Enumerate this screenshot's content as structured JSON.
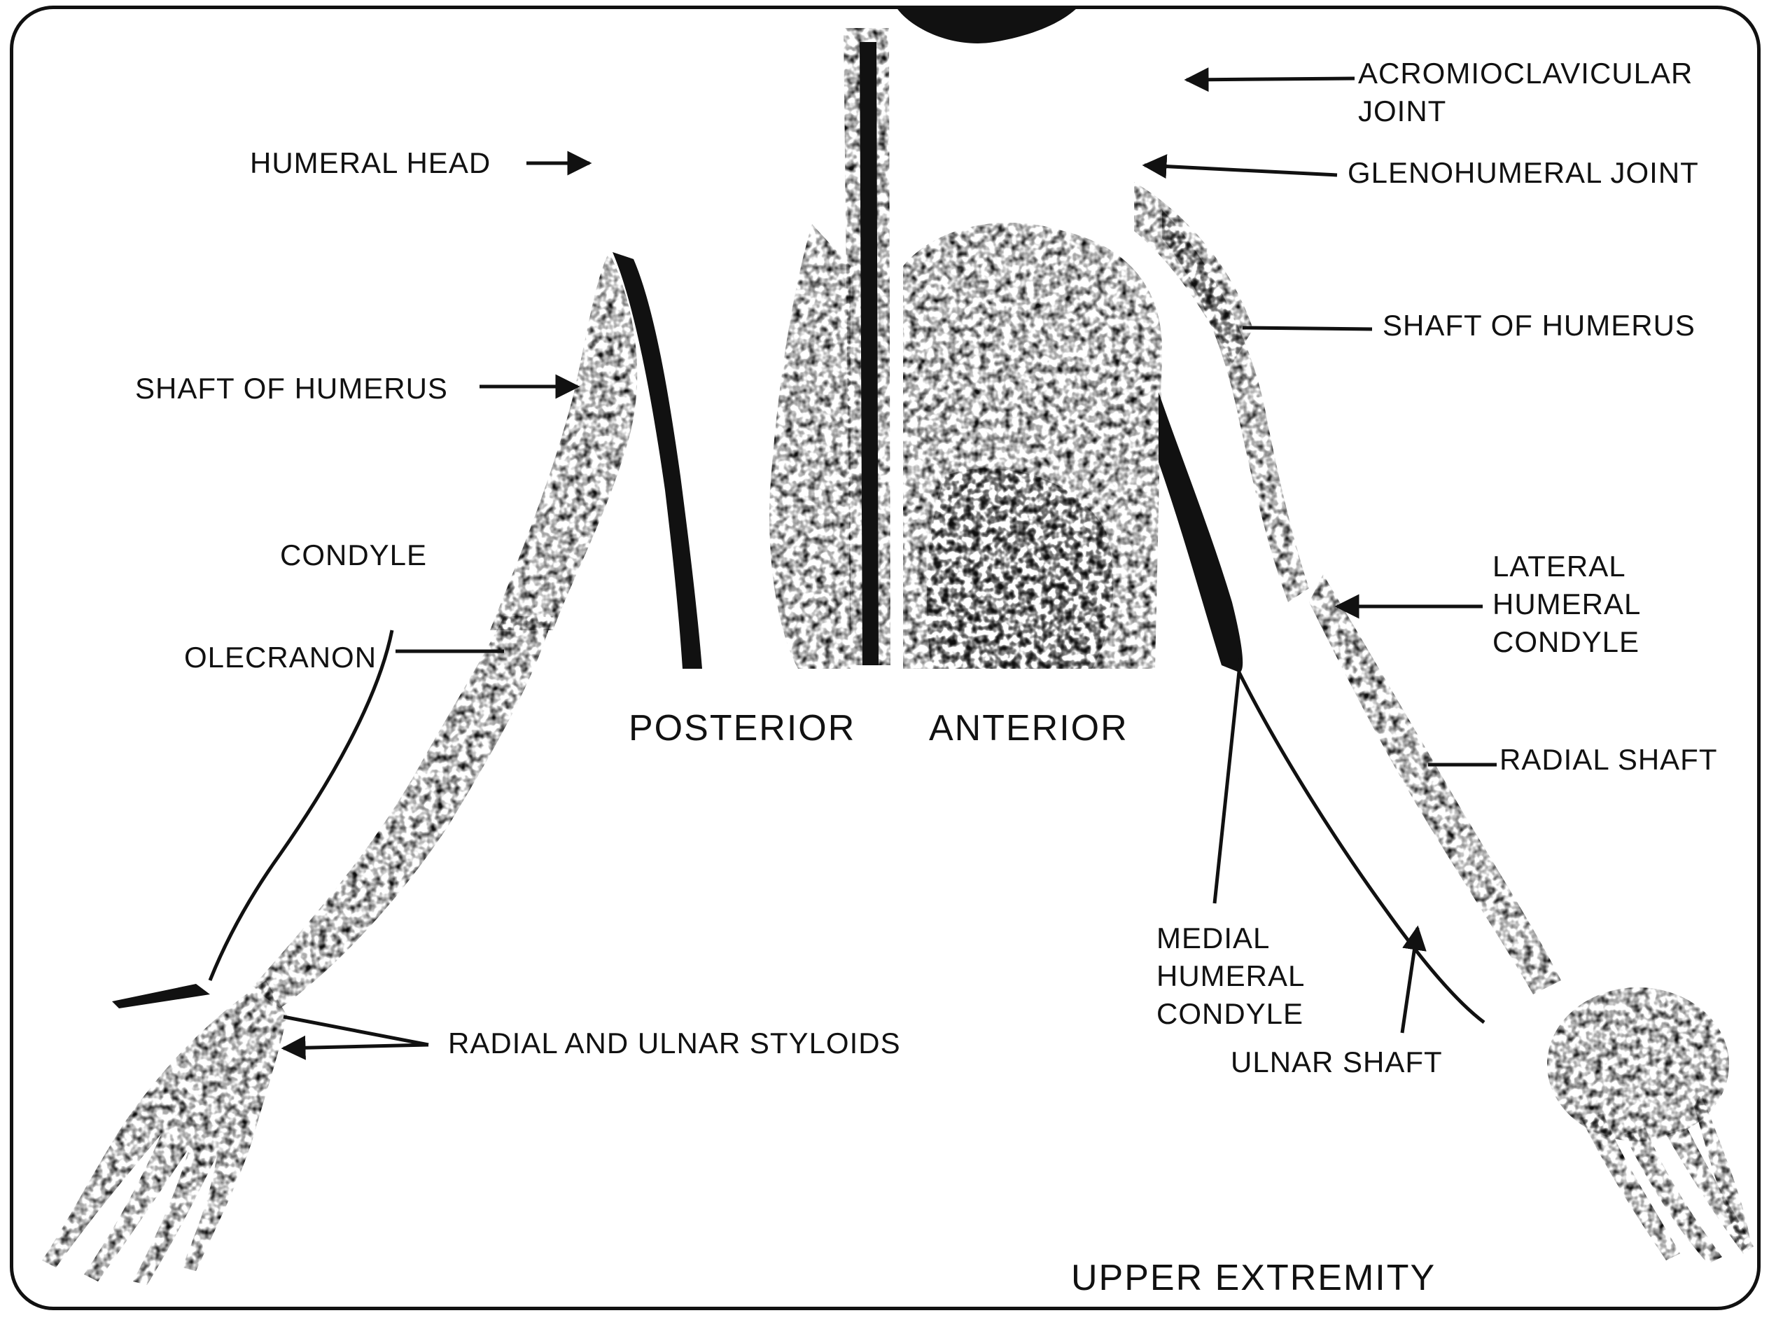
{
  "figure": {
    "title": "UPPER EXTREMITY",
    "views": {
      "posterior": "POSTERIOR",
      "anterior": "ANTERIOR"
    },
    "labels": {
      "acromioclavicular_joint": [
        "ACROMIOCLAVICULAR",
        "JOINT"
      ],
      "humeral_head": "HUMERAL HEAD",
      "glenohumeral_joint": "GLENOHUMERAL JOINT",
      "shaft_of_humerus_left": "SHAFT OF HUMERUS",
      "shaft_of_humerus_right": "SHAFT OF HUMERUS",
      "condyle": "CONDYLE",
      "olecranon": "OLECRANON",
      "lateral_humeral_condyle": [
        "LATERAL",
        "HUMERAL",
        "CONDYLE"
      ],
      "radial_shaft": "RADIAL SHAFT",
      "medial_humeral_condyle": [
        "MEDIAL",
        "HUMERAL",
        "CONDYLE"
      ],
      "radial_and_ulnar_styloids": "RADIAL AND ULNAR STYLOIDS",
      "ulnar_shaft": "ULNAR SHAFT"
    }
  },
  "colors": {
    "ink": "#111111",
    "background": "#ffffff"
  }
}
